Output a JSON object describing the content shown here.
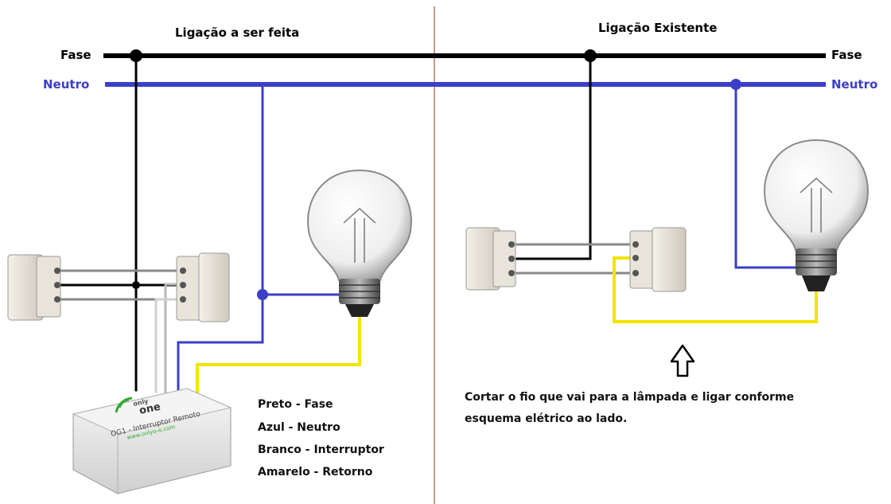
{
  "left_panel": {
    "title": "Ligação a ser feita",
    "phase_label": "Fase",
    "neutral_label": "Neutro"
  },
  "right_panel": {
    "title": "Ligação Existente",
    "phase_label": "Fase",
    "neutral_label": "Neutro",
    "instruction_line1": "Cortar o fio que vai para a lâmpada e ligar conforme",
    "instruction_line2": "esquema elétrico ao lado."
  },
  "module": {
    "brand_top": "only",
    "brand_bottom": "one",
    "product_label": "OG1 - Interruptor Remoto",
    "url": "www.onlyo-e.com"
  },
  "legend": [
    {
      "text": "Preto - Fase"
    },
    {
      "text": "Azul - Neutro"
    },
    {
      "text": "Branco - Interruptor"
    },
    {
      "text": "Amarelo - Retorno"
    }
  ],
  "colors": {
    "phase_wire": "#000000",
    "neutral_wire": "#3b3fc8",
    "neutral_label": "#3b3fc8",
    "switch_wire": "#c8c8c8",
    "return_wire": "#f2e600",
    "divider": "#c79a88"
  },
  "icons": [
    "bulb-icon",
    "switch-icon",
    "up-arrow-icon",
    "remote-module-icon"
  ]
}
